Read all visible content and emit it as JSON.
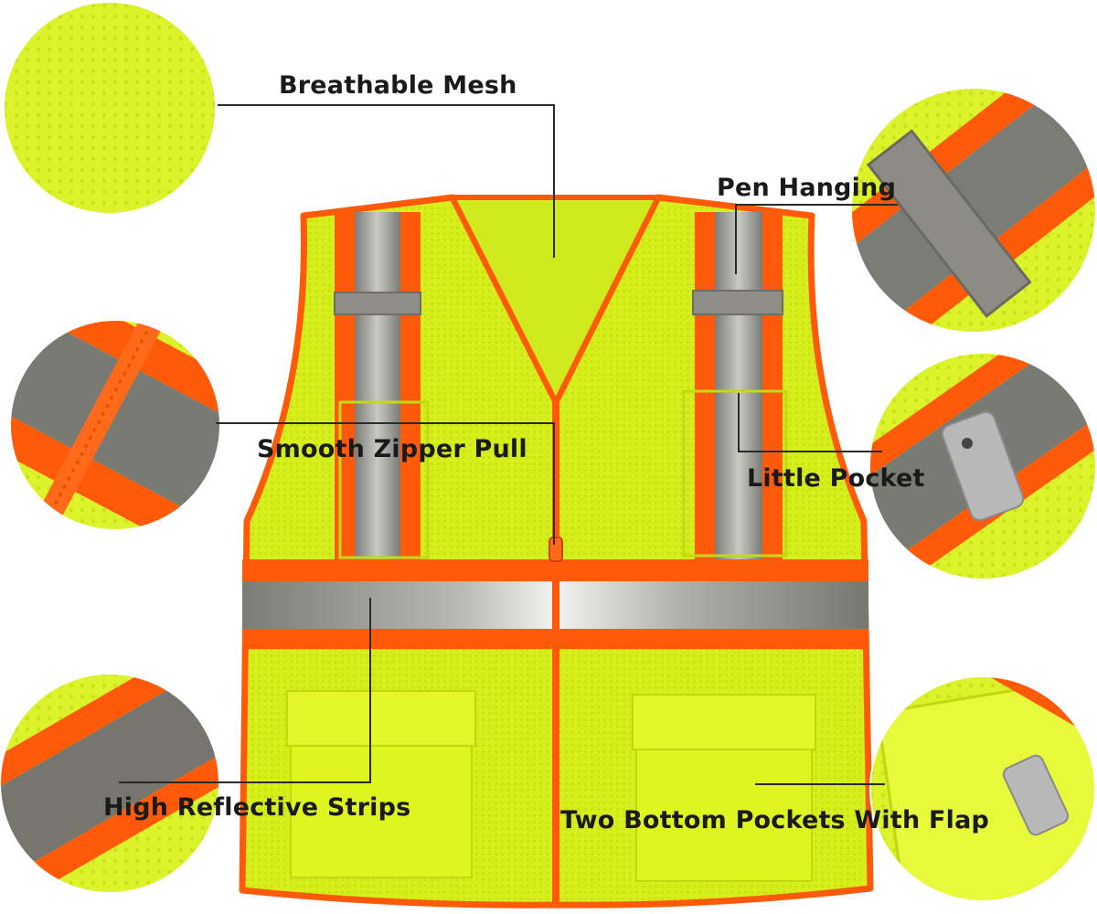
{
  "labels": {
    "breathable_mesh": "Breathable Mesh",
    "pen_hanging": "Pen Hanging",
    "smooth_zipper_pull": "Smooth Zipper Pull",
    "little_pocket": "Little Pocket",
    "high_reflective_strips": "High Reflective Strips",
    "two_bottom_pockets": "Two Bottom Pockets With Flap"
  },
  "colors": {
    "mesh_yellow": "#d4ee1a",
    "trim_orange": "#ff5a0a",
    "reflective_grey": "#8a8a84",
    "leader_line": "#2a2a2a"
  }
}
